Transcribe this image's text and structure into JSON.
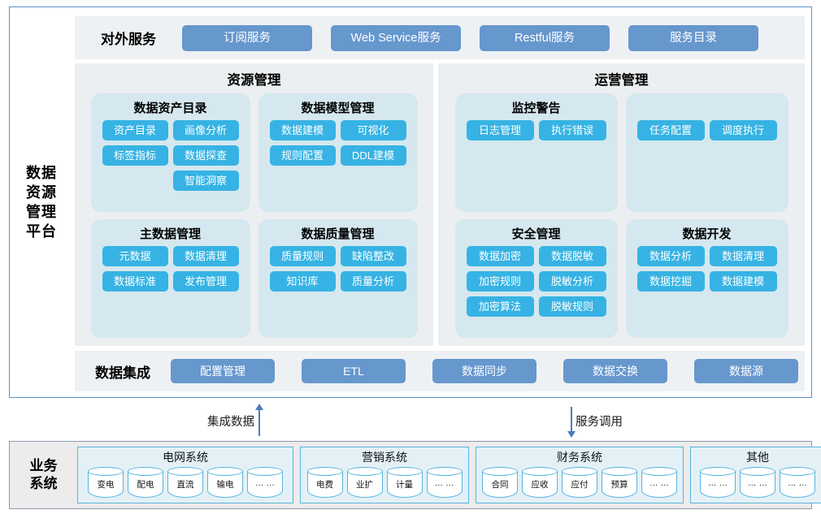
{
  "platform": {
    "title": "数据\n资源\n管理\n平台",
    "title_lines": [
      "数据",
      "资源",
      "管理",
      "平台"
    ]
  },
  "external_services": {
    "label": "对外服务",
    "buttons": [
      {
        "label": "订阅服务"
      },
      {
        "label": "Web Service服务"
      },
      {
        "label": "Restful服务"
      },
      {
        "label": "服务目录"
      }
    ]
  },
  "panels": [
    {
      "title": "资源管理",
      "boxes": [
        {
          "title": "数据资产目录",
          "col_left": [
            "资产目录",
            "标签指标"
          ],
          "col_right": [
            "画像分析",
            "数据探查",
            "智能洞察"
          ]
        },
        {
          "title": "数据模型管理",
          "col_left": [
            "数据建模",
            "规则配置"
          ],
          "col_right": [
            "可视化",
            "DDL建模"
          ]
        },
        {
          "title": "主数据管理",
          "col_left": [
            "元数据",
            "数据标准"
          ],
          "col_right": [
            "数据清理",
            "发布管理"
          ]
        },
        {
          "title": "数据质量管理",
          "col_left": [
            "质量规则",
            "知识库"
          ],
          "col_right": [
            "缺陷整改",
            "质量分析"
          ]
        }
      ]
    },
    {
      "title": "运营管理",
      "boxes": [
        {
          "title": "监控警告",
          "col_left": [
            "日志管理"
          ],
          "col_right": [
            "执行错误"
          ]
        },
        {
          "title": "",
          "col_left": [
            "任务配置"
          ],
          "col_right": [
            "调度执行"
          ]
        },
        {
          "title": "安全管理",
          "col_left": [
            "数据加密",
            "加密规则",
            "加密算法"
          ],
          "col_right": [
            "数据脱敏",
            "脱敏分析",
            "脱敏规则"
          ]
        },
        {
          "title": "数据开发",
          "col_left": [
            "数据分析",
            "数据挖掘"
          ],
          "col_right": [
            "数据清理",
            "数据建模"
          ]
        }
      ]
    }
  ],
  "data_integration": {
    "label": "数据集成",
    "buttons": [
      {
        "label": "配置管理"
      },
      {
        "label": "ETL"
      },
      {
        "label": "数据同步"
      },
      {
        "label": "数据交换"
      },
      {
        "label": "数据源"
      }
    ]
  },
  "connectors": [
    {
      "label": "集成数据",
      "direction": "up",
      "icon": "arrow-up-icon"
    },
    {
      "label": "服务调用",
      "direction": "down",
      "icon": "arrow-down-icon"
    }
  ],
  "business_systems": {
    "title_lines": [
      "业务",
      "系统"
    ],
    "groups": [
      {
        "title": "电网系统",
        "items": [
          "变电",
          "配电",
          "直流",
          "输电",
          "… …"
        ]
      },
      {
        "title": "营销系统",
        "items": [
          "电费",
          "业扩",
          "计量",
          "… …"
        ]
      },
      {
        "title": "财务系统",
        "items": [
          "合同",
          "应收",
          "应付",
          "预算",
          "… …"
        ]
      },
      {
        "title": "其他",
        "items": [
          "… …",
          "… …",
          "… …"
        ]
      }
    ]
  },
  "colors": {
    "frame_border": "#5b8fc9",
    "bar_background": "#eef1f3",
    "panel_background": "#eceff1",
    "subbox_background": "#d5e8ef",
    "tag_blue": "#36b3e4",
    "button_blue": "#6697cd",
    "arrow_blue": "#4a7ebb",
    "business_border": "#58b4de",
    "business_background": "#ececec"
  }
}
